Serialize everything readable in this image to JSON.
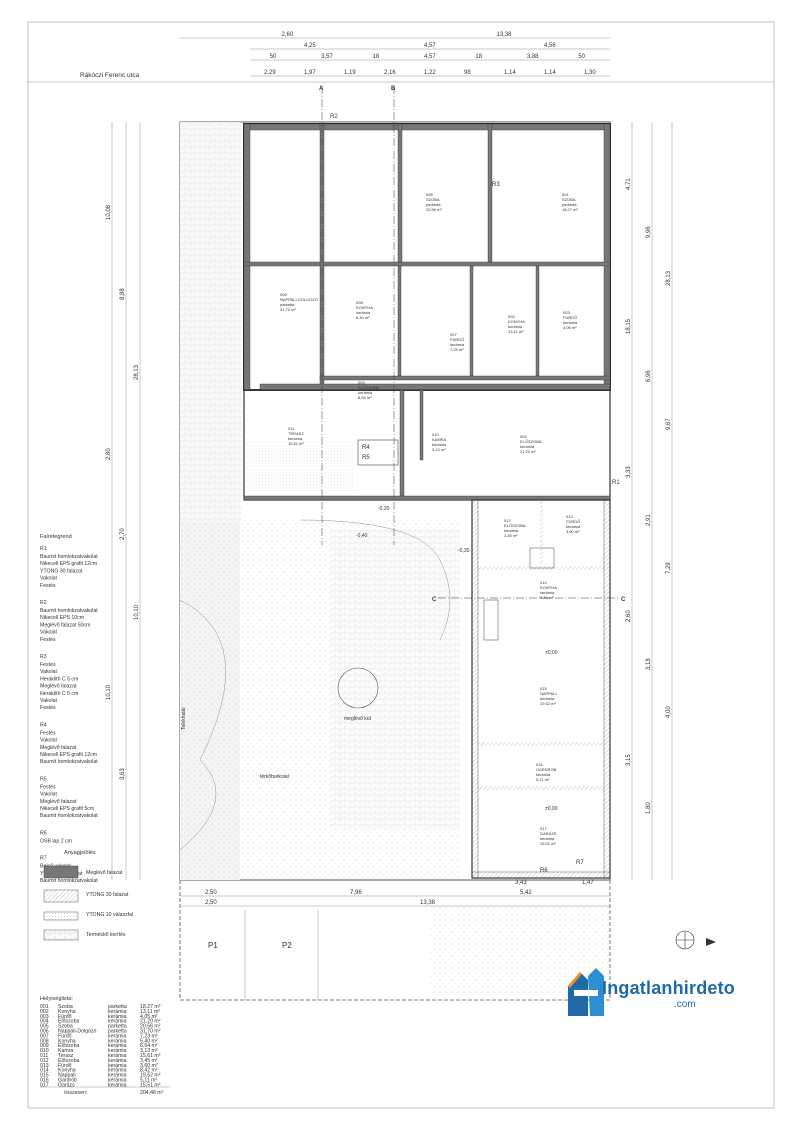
{
  "street": "Rákóczi Ferenc utca",
  "section_marks": [
    "A",
    "B",
    "C"
  ],
  "top_dims": {
    "row1": [
      "2,60",
      "13,38"
    ],
    "row2": [
      "4,25",
      "4,57",
      "4,56"
    ],
    "row3": [
      "50",
      "3,57",
      "18",
      "4,57",
      "18",
      "3,88",
      "50"
    ],
    "row4": [
      "2,29",
      "1,97",
      "1,19",
      "2,16",
      "1,22",
      "98",
      "1,14",
      "1,14",
      "1,30"
    ]
  },
  "left_vdims": [
    "10,08",
    "8,88",
    "28,13",
    "2,80",
    "2,70",
    "10,10",
    "10,10",
    "3,63"
  ],
  "right_vdims": [
    "4,71",
    "9,96",
    "28,13",
    "18,15",
    "6,96",
    "9,67",
    "3,33",
    "2,91",
    "7,29",
    "2,60",
    "3,18",
    "4,00",
    "3,15",
    "1,80"
  ],
  "bottom_dims": [
    "2,50",
    "7,96",
    "5,42",
    "13,38",
    "2,50",
    "3,43",
    "1,47"
  ],
  "wall_codes": [
    "R1",
    "R2",
    "R3",
    "R4",
    "R5",
    "R6",
    "R7"
  ],
  "rooms": [
    {
      "id": "001",
      "name": "SZOBA",
      "floor": "parketta",
      "area": "18,27 m²"
    },
    {
      "id": "002",
      "name": "KONYHA",
      "floor": "kerámia",
      "area": "13,11 m²"
    },
    {
      "id": "003",
      "name": "FÜRDŐ",
      "floor": "kerámia",
      "area": "4,05 m²"
    },
    {
      "id": "004",
      "name": "ELŐSZOBA",
      "floor": "kerámia",
      "area": "21,20 m²"
    },
    {
      "id": "005",
      "name": "SZOBA",
      "floor": "parketta",
      "area": "20,56 m²"
    },
    {
      "id": "006",
      "name": "NAPPALI-DOLGOZÓ",
      "floor": "parketta",
      "area": "31,70 m²"
    },
    {
      "id": "007",
      "name": "FÜRDŐ",
      "floor": "kerámia",
      "area": "7,23 m²"
    },
    {
      "id": "008",
      "name": "KONYHA",
      "floor": "kerámia",
      "area": "5,40 m²"
    },
    {
      "id": "009",
      "name": "ELŐSZOBA",
      "floor": "kerámia",
      "area": "8,64 m²"
    },
    {
      "id": "010",
      "name": "KAMRA",
      "floor": "kerámia",
      "area": "3,13 m²"
    },
    {
      "id": "011",
      "name": "TERASZ",
      "floor": "kerámia",
      "area": "15,61 m²"
    },
    {
      "id": "012",
      "name": "ELŐSZOBA",
      "floor": "kerámia",
      "area": "3,45 m²"
    },
    {
      "id": "013",
      "name": "FÜRDŐ",
      "floor": "kerámia",
      "area": "3,60 m²"
    },
    {
      "id": "014",
      "name": "KONYHA",
      "floor": "kerámia",
      "area": "8,42 m²"
    },
    {
      "id": "015",
      "name": "NAPPALI",
      "floor": "kerámia",
      "area": "19,52 m²"
    },
    {
      "id": "016",
      "name": "GARDRÓB",
      "floor": "kerámia",
      "area": "5,11 m²"
    },
    {
      "id": "017",
      "name": "GARÁZS",
      "floor": "kerámia",
      "area": "15,51 m²"
    }
  ],
  "site_labels": {
    "well": "meglévő kút",
    "paving": "térkőburkolat",
    "parking1": "P1",
    "parking2": "P2",
    "boundary": "Telekhatár",
    "level0": "±0,00",
    "level_terrace": "-0,20",
    "level_step": "-0,30",
    "level_low": "-0,40"
  },
  "falretegrend": {
    "title": "Falrétegrend",
    "groups": [
      {
        "code": "R1",
        "layers": [
          "Baumit homlokzatvakolat",
          "Nikecell EPS grafit 12cm",
          "YTONG 30 falazat",
          "Vakolat",
          "Festés"
        ]
      },
      {
        "code": "R2",
        "layers": [
          "Baumit homlokzatvakolat",
          "Nikecell EPS 10cm",
          "Meglévő falazat 50cm",
          "Vakolat",
          "Festés"
        ]
      },
      {
        "code": "R3",
        "layers": [
          "Festés",
          "Vakolat",
          "Heraklith C 5 cm",
          "Meglévő falazat",
          "Heraklith C 5 cm",
          "Vakolat",
          "Festés"
        ]
      },
      {
        "code": "R4",
        "layers": [
          "Festés",
          "Vakolat",
          "Meglévő falazat",
          "Nikecell EPS grafit 12cm",
          "Baumit homlokzatvakolat"
        ]
      },
      {
        "code": "R5",
        "layers": [
          "Festés",
          "Vakolat",
          "Meglévő falazat",
          "Nikecell EPS grafit 5cm",
          "Baumit homlokzatvakolat"
        ]
      },
      {
        "code": "R6",
        "layers": [
          "OSB lap 2 cm"
        ]
      },
      {
        "code": "R7",
        "layers": [
          "Belső vakolat",
          "YTONG 30 falazat",
          "Baumit homlokzatvakolat"
        ]
      }
    ]
  },
  "anyagjeloles": {
    "title": "Anyagjelölés",
    "items": [
      {
        "label": "Meglévő falazat"
      },
      {
        "label": "YTONG 30 falazat"
      },
      {
        "label": "YTONG 10 válaszfal"
      },
      {
        "label": "Terméskő kerítés"
      }
    ]
  },
  "helyisegek": {
    "title": "Helyiséglista:",
    "rows": [
      {
        "no": "001",
        "name": "Szoba",
        "floor": "parketta",
        "area": "18,27 m²"
      },
      {
        "no": "002",
        "name": "Konyha",
        "floor": "kerámia",
        "area": "13,11 m²"
      },
      {
        "no": "003",
        "name": "Fürdő",
        "floor": "kerámia",
        "area": "4,05 m²"
      },
      {
        "no": "004",
        "name": "Előszoba",
        "floor": "kerámia",
        "area": "21,20 m²"
      },
      {
        "no": "005",
        "name": "Szoba",
        "floor": "parketta",
        "area": "20,56 m²"
      },
      {
        "no": "006",
        "name": "Nappali-Dolgozó",
        "floor": "parketta",
        "area": "31,70 m²"
      },
      {
        "no": "007",
        "name": "Fürdő",
        "floor": "kerámia",
        "area": "7,23 m²"
      },
      {
        "no": "008",
        "name": "Konyha",
        "floor": "kerámia",
        "area": "5,40 m²"
      },
      {
        "no": "009",
        "name": "Előszoba",
        "floor": "kerámia",
        "area": "8,64 m²"
      },
      {
        "no": "010",
        "name": "Kamra",
        "floor": "kerámia",
        "area": "3,13 m²"
      },
      {
        "no": "011",
        "name": "Terasz",
        "floor": "kerámia",
        "area": "15,61 m²"
      },
      {
        "no": "012",
        "name": "Előszoba",
        "floor": "kerámia",
        "area": "3,45 m²"
      },
      {
        "no": "013",
        "name": "Fürdő",
        "floor": "kerámia",
        "area": "3,60 m²"
      },
      {
        "no": "014",
        "name": "Konyha",
        "floor": "kerámia",
        "area": "8,42 m²"
      },
      {
        "no": "015",
        "name": "Nappali",
        "floor": "kerámia",
        "area": "19,52 m²"
      },
      {
        "no": "016",
        "name": "Gardrób",
        "floor": "kerámia",
        "area": "5,11 m²"
      },
      {
        "no": "017",
        "name": "Garázs",
        "floor": "kerámia",
        "area": "15,51 m²"
      }
    ],
    "total_label": "összesen:",
    "total_value": "204,48 m²"
  },
  "watermark": {
    "brand": "Ingatlanhirdeto",
    "suffix": ".com",
    "color": "#1f6aa6",
    "accent": "#f28c28"
  }
}
